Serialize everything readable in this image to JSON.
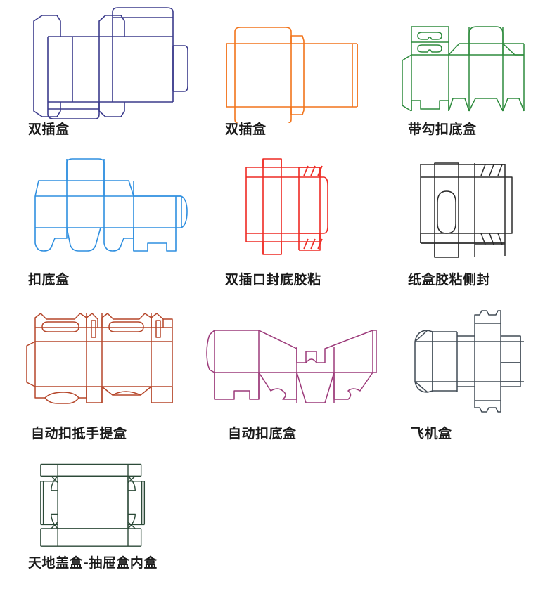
{
  "page": {
    "title": "纸盒刀版图合集",
    "background_color": "#ffffff",
    "columns": 3,
    "item_count": 10
  },
  "items": [
    {
      "id": "shuang-cha-he-1",
      "label": "双插盒",
      "color": "#3b3b8c",
      "row": 1,
      "column": 1,
      "style": "tuck-end-box-navy"
    },
    {
      "id": "shuang-cha-he-2",
      "label": "双插盒",
      "color": "#f2741b",
      "row": 1,
      "column": 2,
      "style": "tuck-end-box-orange"
    },
    {
      "id": "dai-gou-kou-di-he",
      "label": "带勾扣底盒",
      "color": "#2e8b3d",
      "row": 1,
      "column": 3,
      "style": "hook-lock-bottom-box"
    },
    {
      "id": "kou-di-he",
      "label": "扣底盒",
      "color": "#2f8fe0",
      "row": 2,
      "column": 1,
      "style": "lock-bottom-box"
    },
    {
      "id": "shuang-cha-kou-feng-di-jiao-zhan",
      "label": "双插口封底胶粘",
      "color": "#ee2a23",
      "row": 2,
      "column": 2,
      "style": "double-tuck-glued-bottom"
    },
    {
      "id": "zhi-he-jiao-zhan-ce-feng",
      "label": "纸盒胶粘侧封",
      "color": "#2b2b2b",
      "row": 2,
      "column": 3,
      "style": "side-glued-carton-window"
    },
    {
      "id": "zi-dong-kou-di-shou-ti-he",
      "label": "自动扣抵手提盒",
      "color": "#b5462a",
      "row": 3,
      "column": 1,
      "style": "auto-lock-handle-box"
    },
    {
      "id": "zi-dong-kou-di-he",
      "label": "自动扣底盒",
      "color": "#9c3a7a",
      "row": 3,
      "column": 2,
      "style": "auto-lock-bottom-box"
    },
    {
      "id": "fei-ji-he",
      "label": "飞机盒",
      "color": "#414b55",
      "row": 3,
      "column": 3,
      "style": "airplane-box"
    },
    {
      "id": "tian-di-gai-he-chou-ti-he-nei-he",
      "label": "天地盖盒-抽屉盒内盒",
      "color": "#2c4a38",
      "row": 4,
      "column": 1,
      "style": "lid-base-drawer-inner-box"
    }
  ]
}
